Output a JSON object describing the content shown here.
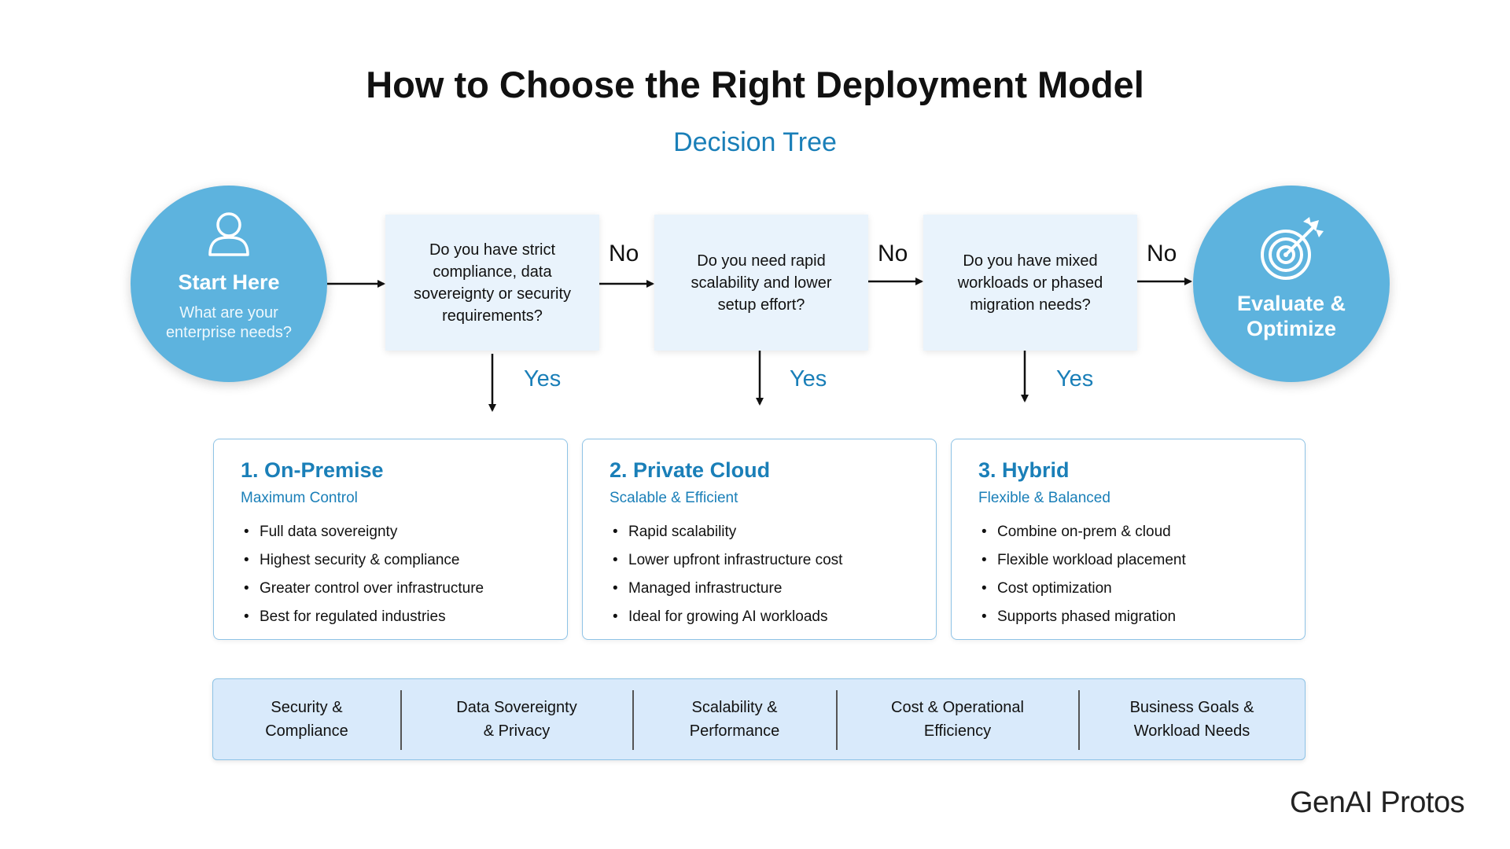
{
  "title": "How to Choose the Right Deployment Model",
  "subtitle": "Decision Tree",
  "start": {
    "icon": "person-icon",
    "title": "Start Here",
    "subtitle": "What are your enterprise needs?"
  },
  "end": {
    "icon": "target-icon",
    "title": "Evaluate & Optimize"
  },
  "questions": [
    {
      "text": "Do you have strict compliance, data sovereignty or security requirements?"
    },
    {
      "text": "Do you need rapid scalability and lower setup effort?"
    },
    {
      "text": "Do you have mixed workloads or phased migration needs?"
    }
  ],
  "labels": {
    "no": "No",
    "yes": "Yes"
  },
  "models": [
    {
      "title": "1. On-Premise",
      "subtitle": "Maximum Control",
      "points": [
        "Full data sovereignty",
        "Highest security & compliance",
        "Greater control over infrastructure",
        "Best for regulated industries"
      ]
    },
    {
      "title": "2. Private Cloud",
      "subtitle": "Scalable & Efficient",
      "points": [
        "Rapid scalability",
        "Lower upfront infrastructure cost",
        "Managed infrastructure",
        "Ideal for growing AI workloads"
      ]
    },
    {
      "title": "3. Hybrid",
      "subtitle": "Flexible & Balanced",
      "points": [
        "Combine on-prem & cloud",
        "Flexible workload placement",
        "Cost optimization",
        "Supports phased migration"
      ]
    }
  ],
  "factors": [
    {
      "line1": "Security &",
      "line2": "Compliance"
    },
    {
      "line1": "Data Sovereignty",
      "line2": "& Privacy"
    },
    {
      "line1": "Scalability &",
      "line2": "Performance"
    },
    {
      "line1": "Cost & Operational",
      "line2": "Efficiency"
    },
    {
      "line1": "Business Goals &",
      "line2": "Workload Needs"
    }
  ],
  "brand": "GenAI Protos",
  "colors": {
    "accent": "#1a7fb8",
    "circle": "#5db3de",
    "box": "#e9f3fc",
    "bar": "#d9eafb",
    "border": "#8ec3e6"
  }
}
